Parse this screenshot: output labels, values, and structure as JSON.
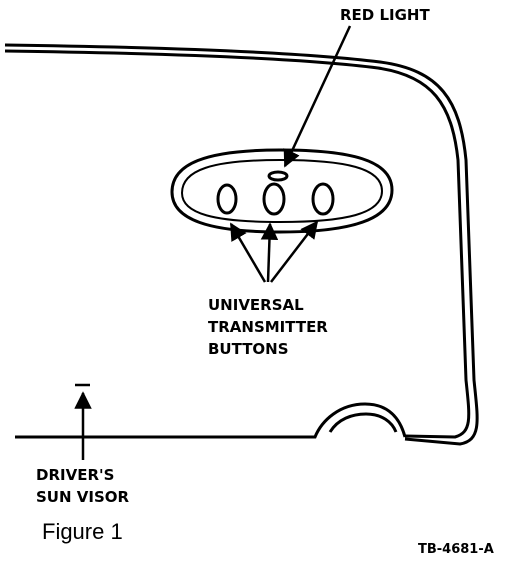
{
  "labels": {
    "red_light": "RED LIGHT",
    "buttons_line1": "UNIVERSAL",
    "buttons_line2": "TRANSMITTER",
    "buttons_line3": "BUTTONS",
    "visor_line1": "DRIVER'S",
    "visor_line2": "SUN VISOR"
  },
  "caption": "Figure 1",
  "doc_code": "TB-4681-A"
}
